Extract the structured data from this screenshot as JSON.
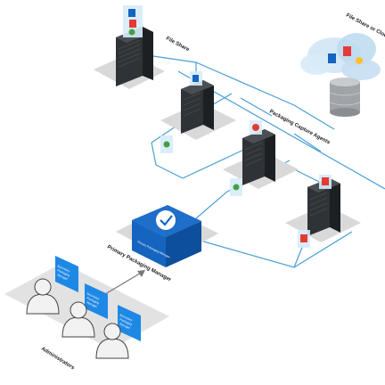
{
  "labels": {
    "file_share": "File Share",
    "file_share_or_cloud": "File Share or Cloud",
    "packaging_capture_agents": "Packaging Capture Agents",
    "primary_packaging_manager": "Primary Packaging Manager",
    "manager_box_text": "Primary Packaging Manager",
    "administrators": "Administrators"
  },
  "admin_screens": [
    {
      "line1": "Secondary",
      "line2": "Packaging",
      "line3": "Manager"
    },
    {
      "line1": "Secondary",
      "line2": "Packaging",
      "line3": "Manager"
    },
    {
      "line1": "Secondary",
      "line2": "Packaging",
      "line3": "Manager"
    }
  ],
  "colors": {
    "network_line": "#4a9fd6",
    "manager_box": "#1565c0",
    "server_body": "#2f3337",
    "platform": "#d9d9d9",
    "cloud": "#cfe4f5",
    "monitor": "#1e88e5"
  }
}
